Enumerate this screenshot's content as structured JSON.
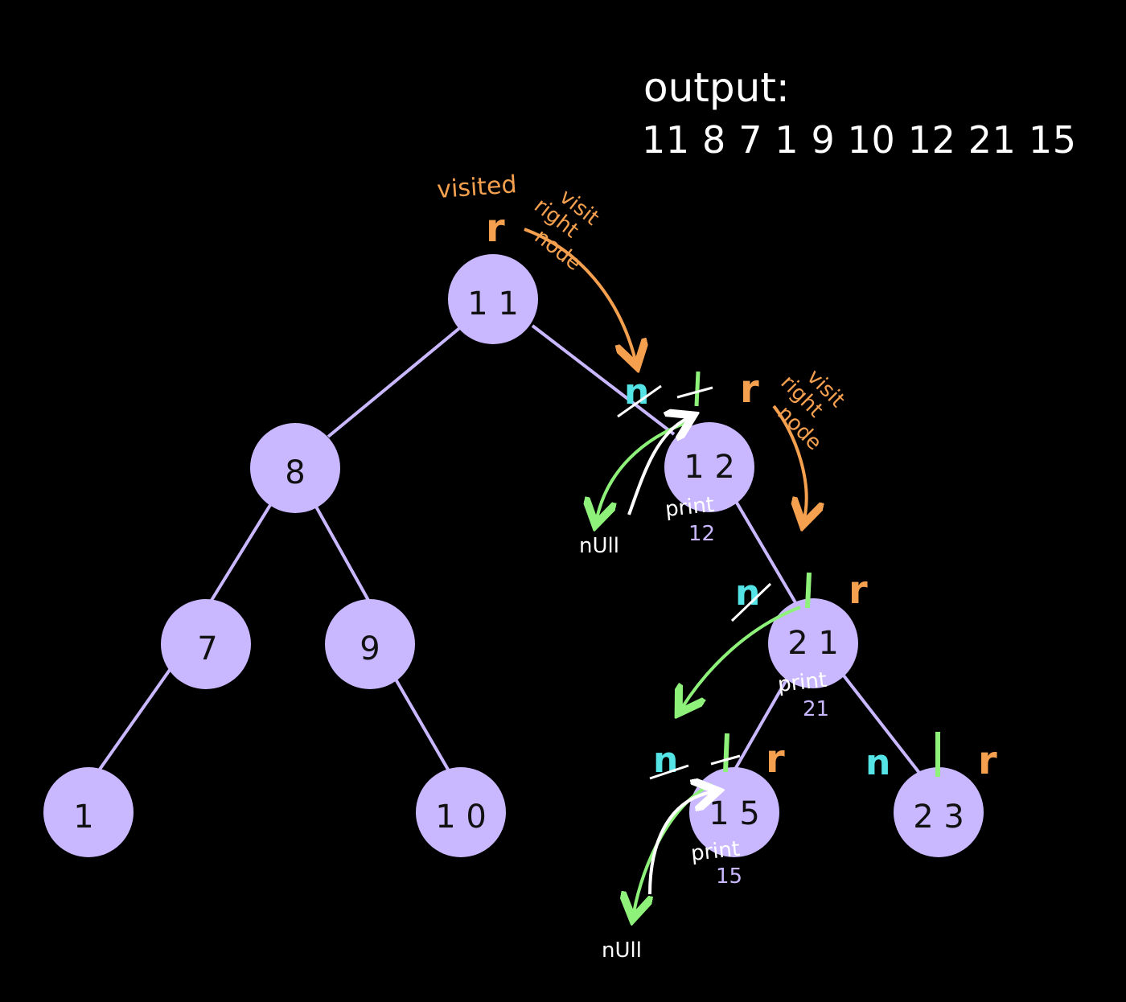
{
  "output": {
    "title": "output:",
    "sequence": "11 8 7 1 9 10 12 21 15"
  },
  "nodes": {
    "n11": "1 1",
    "n8": "8",
    "n7": "7",
    "n9": "9",
    "n1": "1",
    "n10": "1 0",
    "n12": "1 2",
    "n21": "2 1",
    "n15": "1 5",
    "n23": "2 3"
  },
  "annotations": {
    "visited": "visited",
    "visit_right_node_1": [
      "visit",
      "right",
      "node"
    ],
    "visit_right_node_2": [
      "visit",
      "right",
      "node"
    ],
    "r": "r",
    "n": "n",
    "null": "nUll",
    "print": "print",
    "print_12_value": "12",
    "print_21_value": "21",
    "print_15_value": "15"
  },
  "colors": {
    "background": "#000000",
    "node_fill": "#c9b8ff",
    "edge": "#c9b8ff",
    "orange": "#f5a04f",
    "green": "#8ef27a",
    "cyan": "#55e4e6",
    "white": "#ffffff"
  }
}
